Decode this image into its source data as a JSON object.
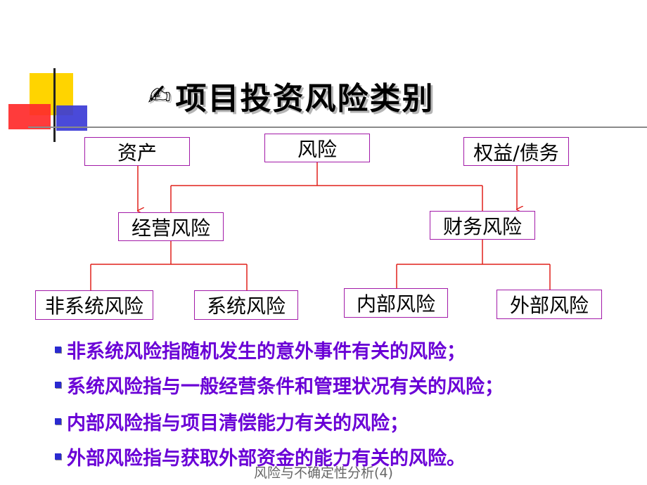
{
  "title": {
    "icon": "writing-hand-icon",
    "text": "项目投资风险类别"
  },
  "diagram": {
    "nodes": {
      "asset": "资产",
      "risk": "风险",
      "equity_debt": "权益/债务",
      "operating_risk": "经营风险",
      "financial_risk": "财务风险",
      "unsystematic_risk": "非系统风险",
      "systematic_risk": "系统风险",
      "internal_risk": "内部风险",
      "external_risk": "外部风险"
    },
    "colors": {
      "box_border": "#a21aa8",
      "connector": "#e0201a"
    }
  },
  "bullets": [
    "非系统风险指随机发生的意外事件有关的风险；",
    "系统风险指与一般经营条件和管理状况有关的风险；",
    "内部风险指与项目清偿能力有关的风险；",
    "外部风险指与获取外部资金的能力有关的风险。"
  ],
  "footer": "风险与不确定性分析(4)"
}
